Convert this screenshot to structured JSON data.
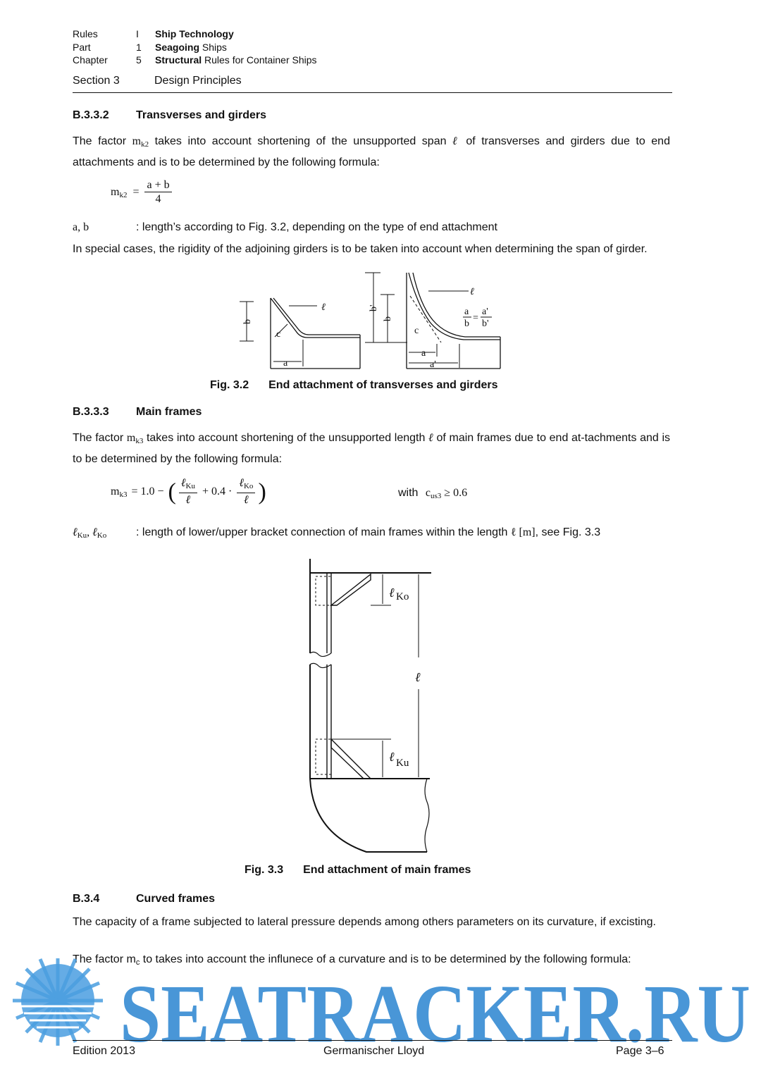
{
  "header": {
    "rows": [
      {
        "label": "Rules",
        "num": "I",
        "bold": "Ship Technology",
        "rest": ""
      },
      {
        "label": "Part",
        "num": "1",
        "bold": "Seagoing",
        "rest": " Ships"
      },
      {
        "label": "Chapter",
        "num": "5",
        "bold": "Structural",
        "rest": " Rules for Container Ships"
      }
    ],
    "section_label": "Section 3",
    "section_title": "Design Principles"
  },
  "b332": {
    "number": "B.3.3.2",
    "title": "Transverses and girders",
    "p1_a": "The factor ",
    "p1_sym": "m",
    "p1_sub": "k2",
    "p1_b": " takes into account shortening of the unsupported span ",
    "p1_ell": "ℓ",
    "p1_c": " of transverses and girders due to end attachments and is to be determined by the following formula:",
    "formula_lhs": "m",
    "formula_lhs_sub": "k2",
    "formula_eq": "=",
    "formula_num": "a + b",
    "formula_den": "4",
    "def_sym": "a, b",
    "def_text": ":  length’s according to Fig. 3.2, depending on the type of end attachment",
    "p2": "In special cases, the rigidity of the adjoining girders is to be taken into account when determining the span of girder."
  },
  "fig32": {
    "labels": {
      "ell": "ℓ",
      "b": "b",
      "c": "c",
      "a": "a",
      "bp": "b'",
      "ap": "a'",
      "ratio_a": "a",
      "ratio_b": "b",
      "ratio_eq": "=",
      "ratio_ap": "a'",
      "ratio_bp": "b'"
    },
    "caption_num": "Fig. 3.2",
    "caption_text": "End attachment of transverses and girders"
  },
  "b333": {
    "number": "B.3.3.3",
    "title": "Main frames",
    "p1_a": "The factor ",
    "p1_sym": "m",
    "p1_sub": "k3",
    "p1_b": " takes into account shortening of the unsupported length ",
    "p1_ell": "ℓ",
    "p1_c": " of main frames due to end at-tachments and is to be determined by the following formula:",
    "formula_lhs": "m",
    "formula_lhs_sub": "k3",
    "formula_mid": "= 1.0 −",
    "formula_n1": "ℓ",
    "formula_n1_sub": "Ku",
    "formula_d1": "ℓ",
    "formula_plus": "+ 0.4 ·",
    "formula_n2": "ℓ",
    "formula_n2_sub": "Ko",
    "formula_d2": "ℓ",
    "with": "with",
    "cond_sym": "c",
    "cond_sub": "us3",
    "cond_rest": " ≥ 0.6",
    "def_sym_a": "ℓ",
    "def_sub_a": "Ku",
    "def_sep": ", ",
    "def_sym_b": "ℓ",
    "def_sub_b": "Ko",
    "def_text_a": ":  length of lower/upper bracket connection of main frames within the length ",
    "def_ell": "ℓ [m]",
    "def_text_b": ", see Fig. 3.3"
  },
  "fig33": {
    "labels": {
      "ko": "Ko",
      "ku": "Ku",
      "ell": "ℓ"
    },
    "caption_num": "Fig. 3.3",
    "caption_text": "End attachment of main frames"
  },
  "b34": {
    "number": "B.3.4",
    "title": "Curved frames",
    "p1": "The capacity of a frame subjected to lateral pressure depends among others parameters on its curvature, if excisting.",
    "p2_a": "The factor m",
    "p2_sub": "c",
    "p2_b": " to takes into account the influnece of a curvature and is to be determined by the following formula:"
  },
  "watermark": {
    "text": "SEATRACKER.RU",
    "color": "#3a8ed4"
  },
  "footer": {
    "left": "Edition  2013",
    "center": "Germanischer Lloyd",
    "right": "Page 3–6"
  }
}
